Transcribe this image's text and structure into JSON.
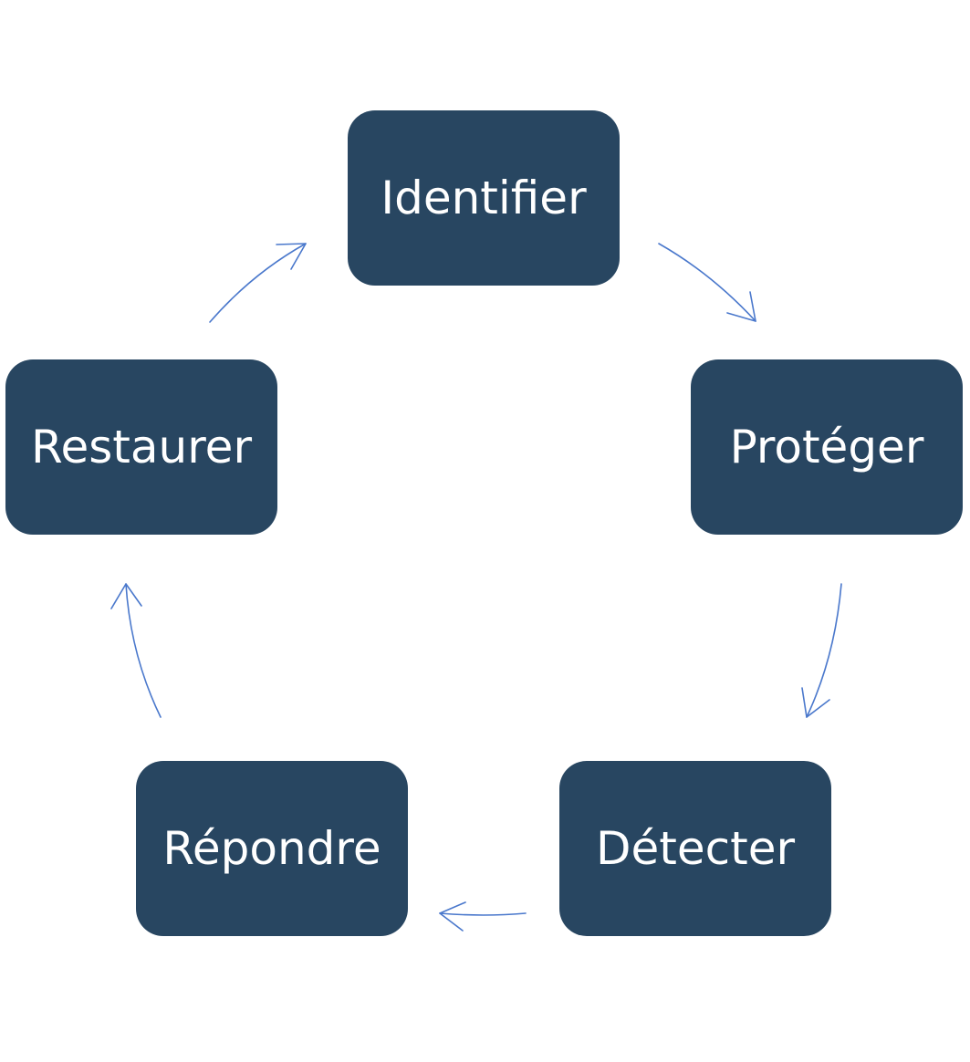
{
  "cycle": {
    "steps": [
      {
        "label": "Identifier"
      },
      {
        "label": "Protéger"
      },
      {
        "label": "Détecter"
      },
      {
        "label": "Répondre"
      },
      {
        "label": "Restaurer"
      }
    ],
    "colors": {
      "node_fill": "#284661",
      "node_text": "#ffffff",
      "arrow": "#4a78cc",
      "background": "#ffffff"
    }
  }
}
